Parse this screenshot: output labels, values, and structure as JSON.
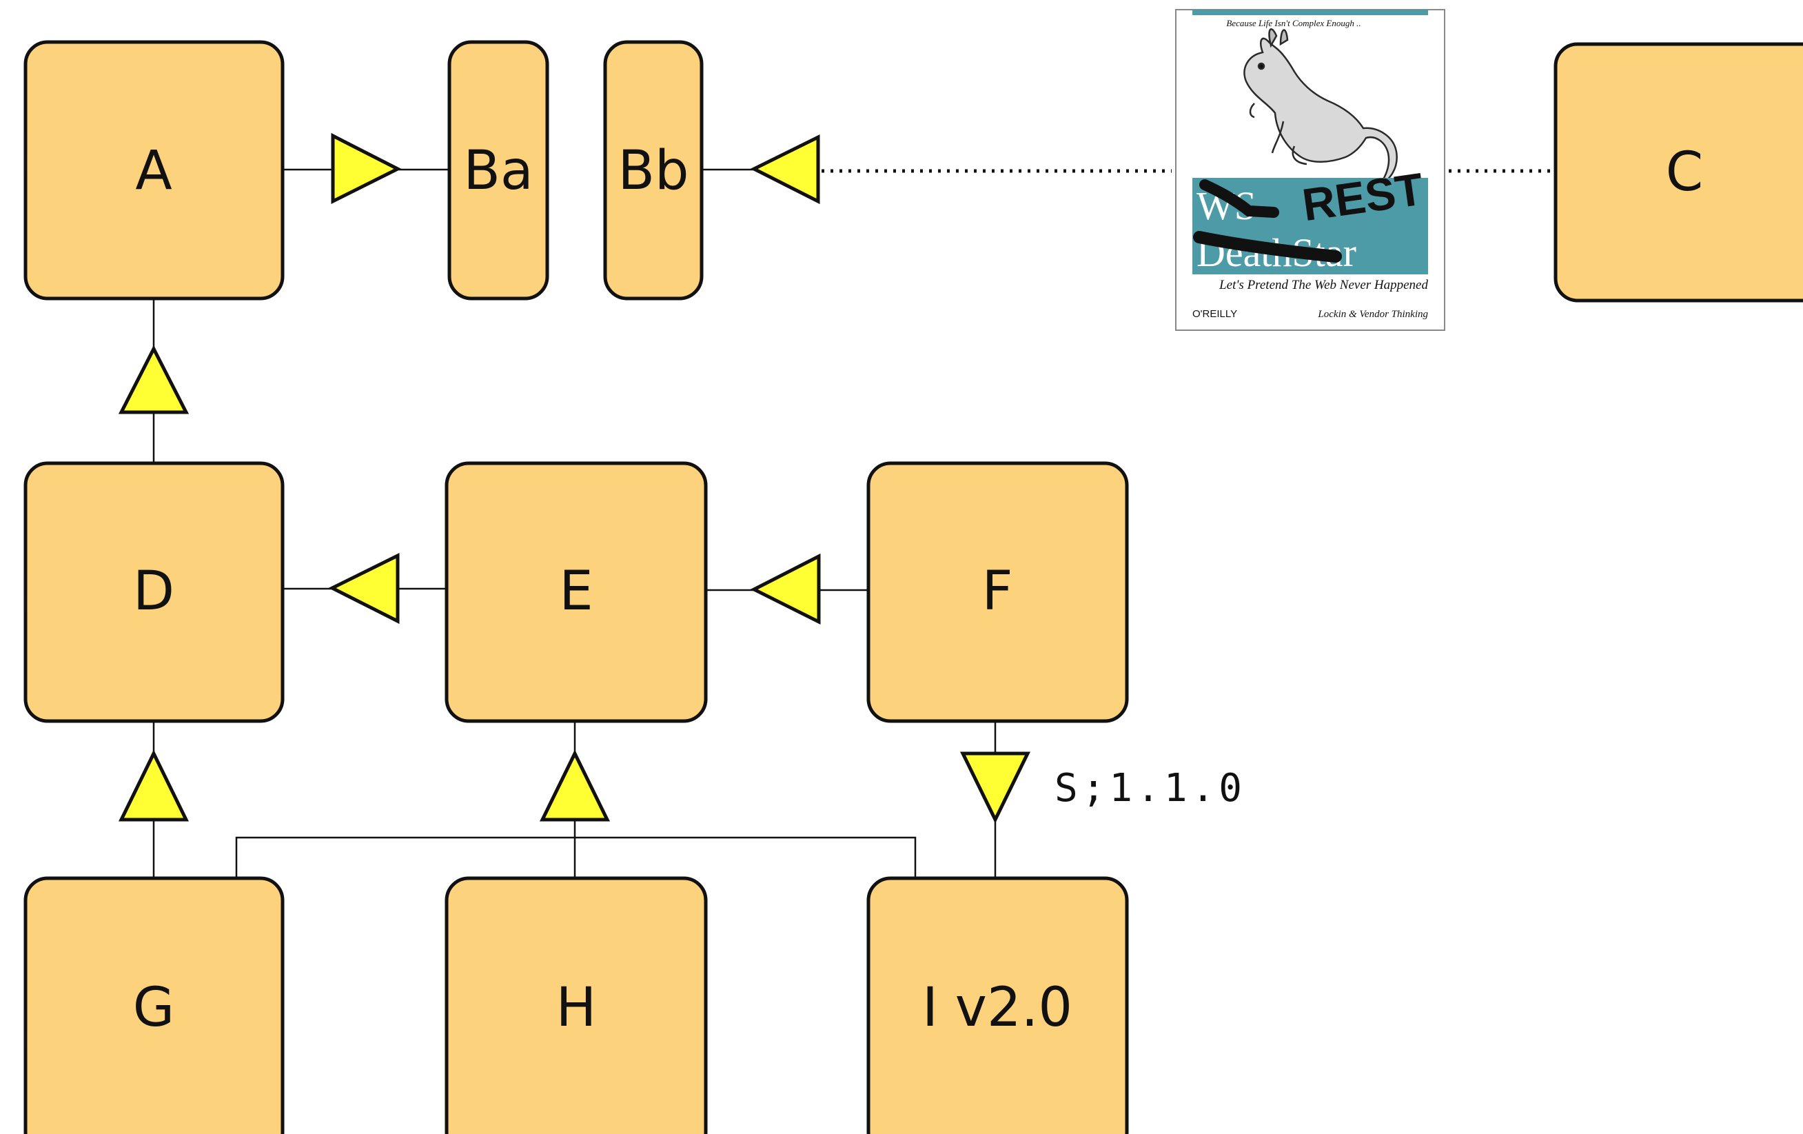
{
  "diagram": {
    "nodes": {
      "A": "A",
      "Ba": "Ba",
      "Bb": "Bb",
      "C": "C",
      "D": "D",
      "E": "E",
      "F": "F",
      "G": "G",
      "H": "H",
      "I": "I v2.0"
    },
    "version_label": "S;1.1.0"
  },
  "book_cover": {
    "tagline": "Because Life Isn't Complex Enough ..",
    "title_line1": "WS",
    "title_line2": "DeathStar",
    "overwrite": "REST",
    "subtitle": "Let's Pretend The Web Never Happened",
    "publisher": "O'REILLY",
    "series": "Lockin & Vendor Thinking"
  },
  "colors": {
    "node_fill": "#FDD27D",
    "arrow_fill": "#FFFF33",
    "cover_band": "#4E9BA8"
  }
}
